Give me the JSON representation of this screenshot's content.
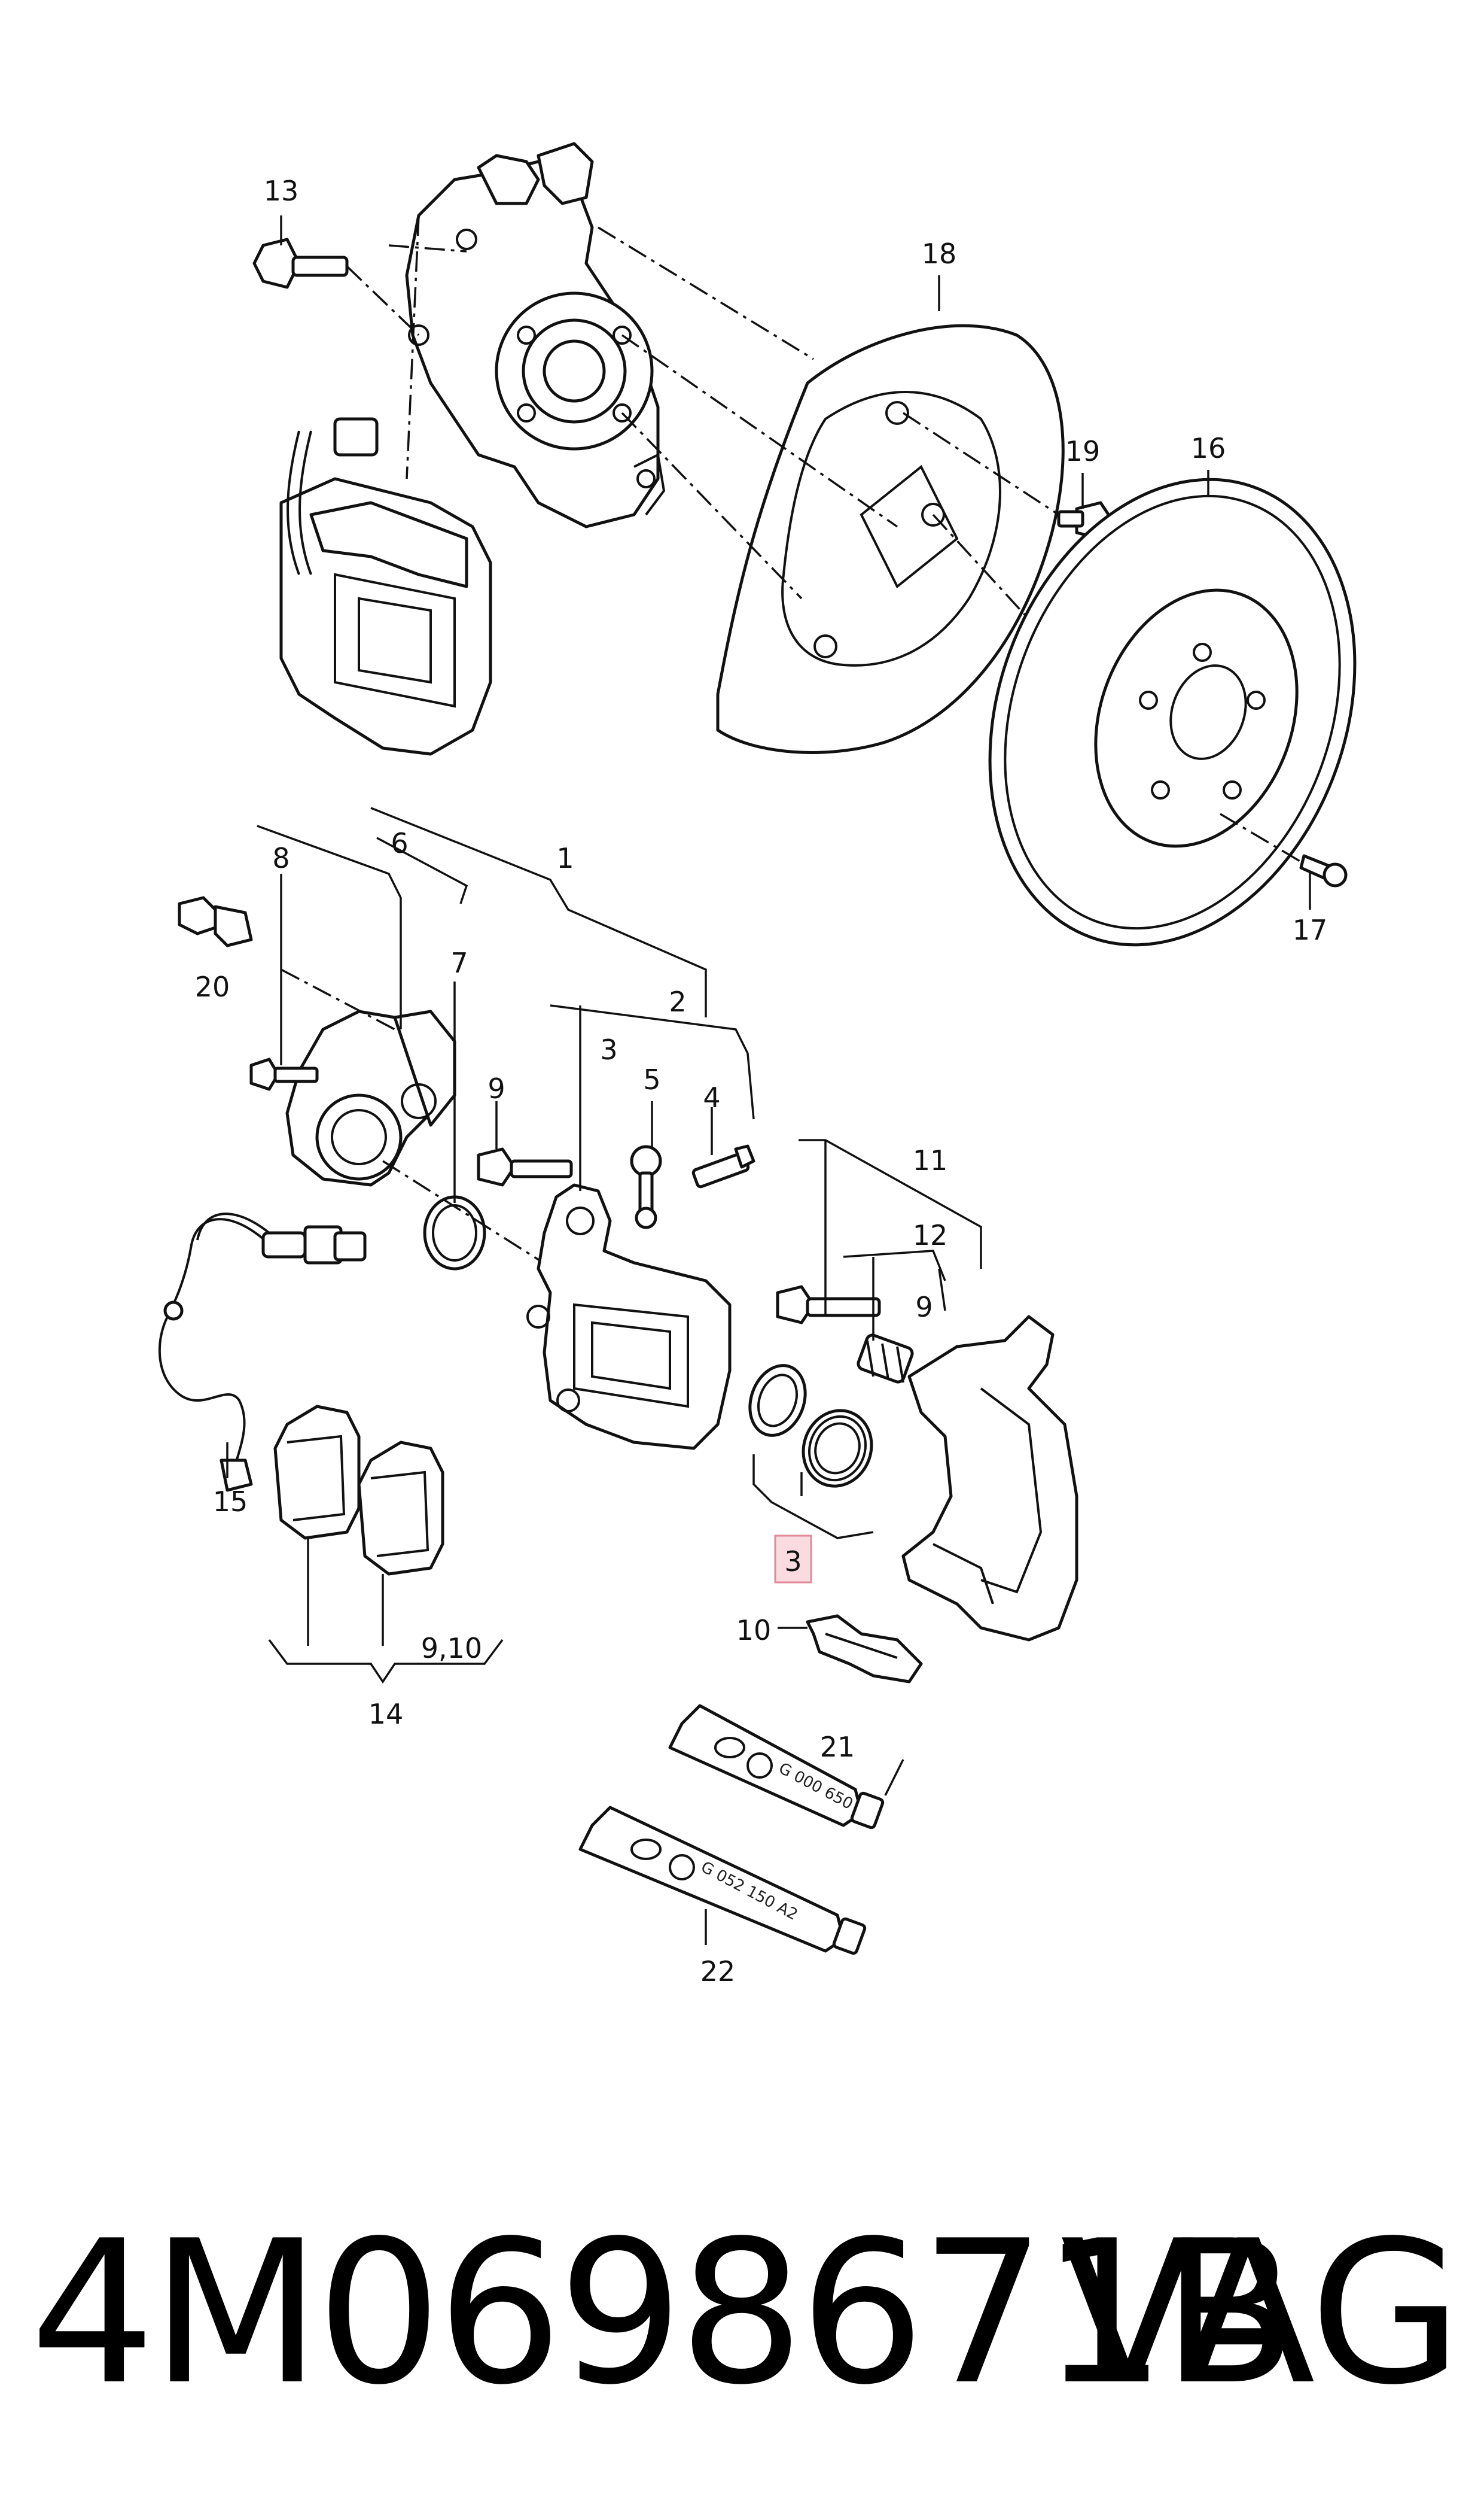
{
  "callouts": {
    "c13": "13",
    "c18": "18",
    "c19": "19",
    "c16": "16",
    "c17": "17",
    "c8": "8",
    "c6": "6",
    "c1": "1",
    "c7": "7",
    "c20": "20",
    "c2": "2",
    "c3a": "3",
    "c5": "5",
    "c4": "4",
    "c9a": "9",
    "c11": "11",
    "c12": "12",
    "c9b": "9",
    "c15": "15",
    "c3b": "3",
    "c10": "10",
    "c14": "14",
    "c910": "9,10",
    "c21": "21",
    "c22": "22"
  },
  "highlighted_callout": "3",
  "tubes": {
    "tube21_code": "G 000 650",
    "tube22_code": "G 052 150 A2"
  },
  "footer": {
    "part_number": "4M0698671B",
    "brand": "VAG"
  },
  "colors": {
    "line": "#111111",
    "highlight_fill": "#f9dbe0",
    "highlight_stroke": "#e08a98"
  }
}
